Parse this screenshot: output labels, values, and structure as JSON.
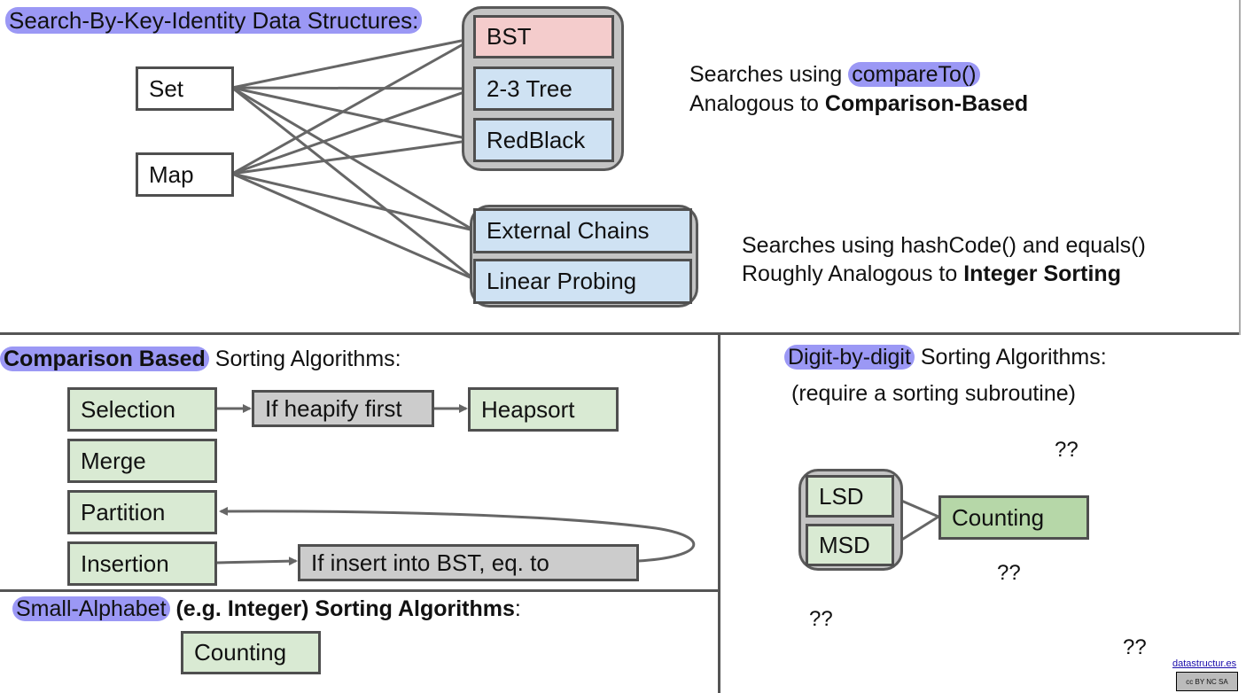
{
  "top": {
    "title": "Search-By-Key-Identity Data Structures:",
    "left_boxes": [
      "Set",
      "Map"
    ],
    "tree_boxes": [
      "BST",
      "2-3 Tree",
      "RedBlack"
    ],
    "hash_boxes": [
      "External Chains",
      "Linear Probing"
    ],
    "compare_note": {
      "prefix": "Searches using ",
      "highlight": "compareTo()",
      "line2_prefix": "Analogous to ",
      "line2_bold": "Comparison-Based"
    },
    "hash_note": {
      "line1": "Searches using hashCode() and equals()",
      "line2_prefix": "Roughly Analogous to ",
      "line2_bold": "Integer Sorting"
    }
  },
  "comparison": {
    "title_highlight": "Comparison Based",
    "title_rest": " Sorting Algorithms:",
    "boxes": [
      "Selection",
      "Merge",
      "Partition",
      "Insertion"
    ],
    "heapify": "If heapify first",
    "heapsort": "Heapsort",
    "bst": "If insert into BST, eq. to"
  },
  "small_alphabet": {
    "title_highlight": "Small-Alphabet",
    "title_bold": " (e.g. Integer) Sorting Algorithms",
    "title_end": ":",
    "box": "Counting"
  },
  "digit": {
    "title_highlight": "Digit-by-digit",
    "title_rest": " Sorting Algorithms:",
    "subtitle": "(require a sorting subroutine)",
    "boxes": [
      "LSD",
      "MSD"
    ],
    "counting": "Counting",
    "marks": [
      "??",
      "??",
      "??",
      "??"
    ]
  },
  "footer": {
    "link": "datastructur.es",
    "license": "cc BY NC SA"
  },
  "colors": {
    "highlight": "#9b98f5",
    "bst": "#f4cccc",
    "tree": "#cfe2f3",
    "sort": "#d9ead3",
    "counting": "#b6d7a8",
    "gray": "#cccccc",
    "line": "#666666"
  }
}
